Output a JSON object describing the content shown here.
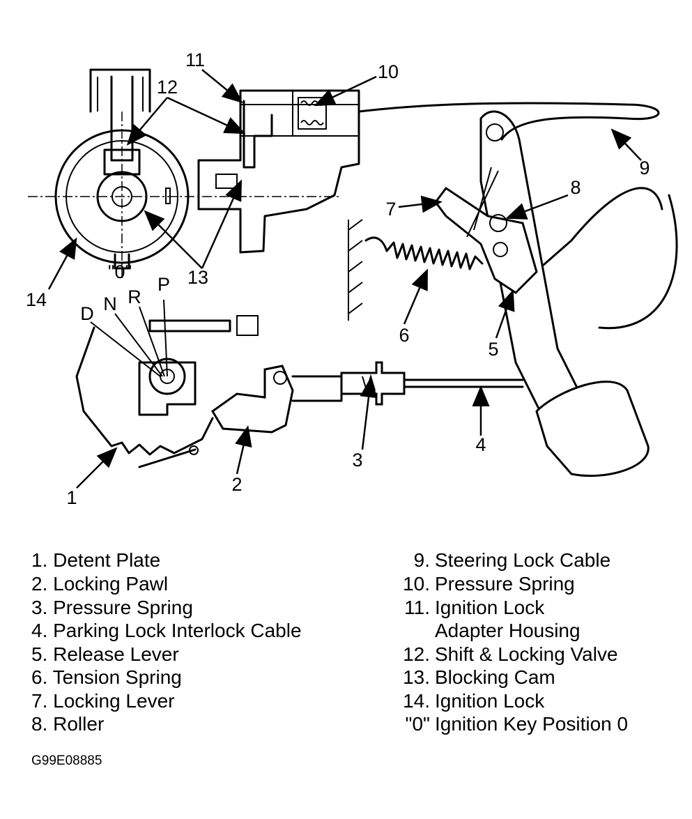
{
  "diagram": {
    "callouts": {
      "c1": "1",
      "c2": "2",
      "c3": "3",
      "c4": "4",
      "c5": "5",
      "c6": "6",
      "c7": "7",
      "c8": "8",
      "c9": "9",
      "c10": "10",
      "c11": "11",
      "c12": "12",
      "c13": "13",
      "c14": "14",
      "key0": "\"0\"",
      "P": "P",
      "R": "R",
      "N": "N",
      "D": "D"
    },
    "legend_left": [
      "1. Detent Plate",
      "2. Locking Pawl",
      "3. Pressure Spring",
      "4. Parking Lock Interlock Cable",
      "5. Release Lever",
      "6. Tension Spring",
      "7. Locking Lever",
      "8. Roller"
    ],
    "legend_right": [
      {
        "num": "9.",
        "text": "Steering Lock Cable"
      },
      {
        "num": "10.",
        "text": "Pressure Spring"
      },
      {
        "num": "11.",
        "text": "Ignition Lock"
      },
      {
        "num": "",
        "text": "Adapter Housing"
      },
      {
        "num": "12.",
        "text": "Shift & Locking Valve"
      },
      {
        "num": "13.",
        "text": "Blocking Cam"
      },
      {
        "num": "14.",
        "text": "Ignition Lock"
      },
      {
        "num": "\"0\"",
        "text": "Ignition Key Position 0"
      }
    ],
    "figure_code": "G99E08885"
  }
}
